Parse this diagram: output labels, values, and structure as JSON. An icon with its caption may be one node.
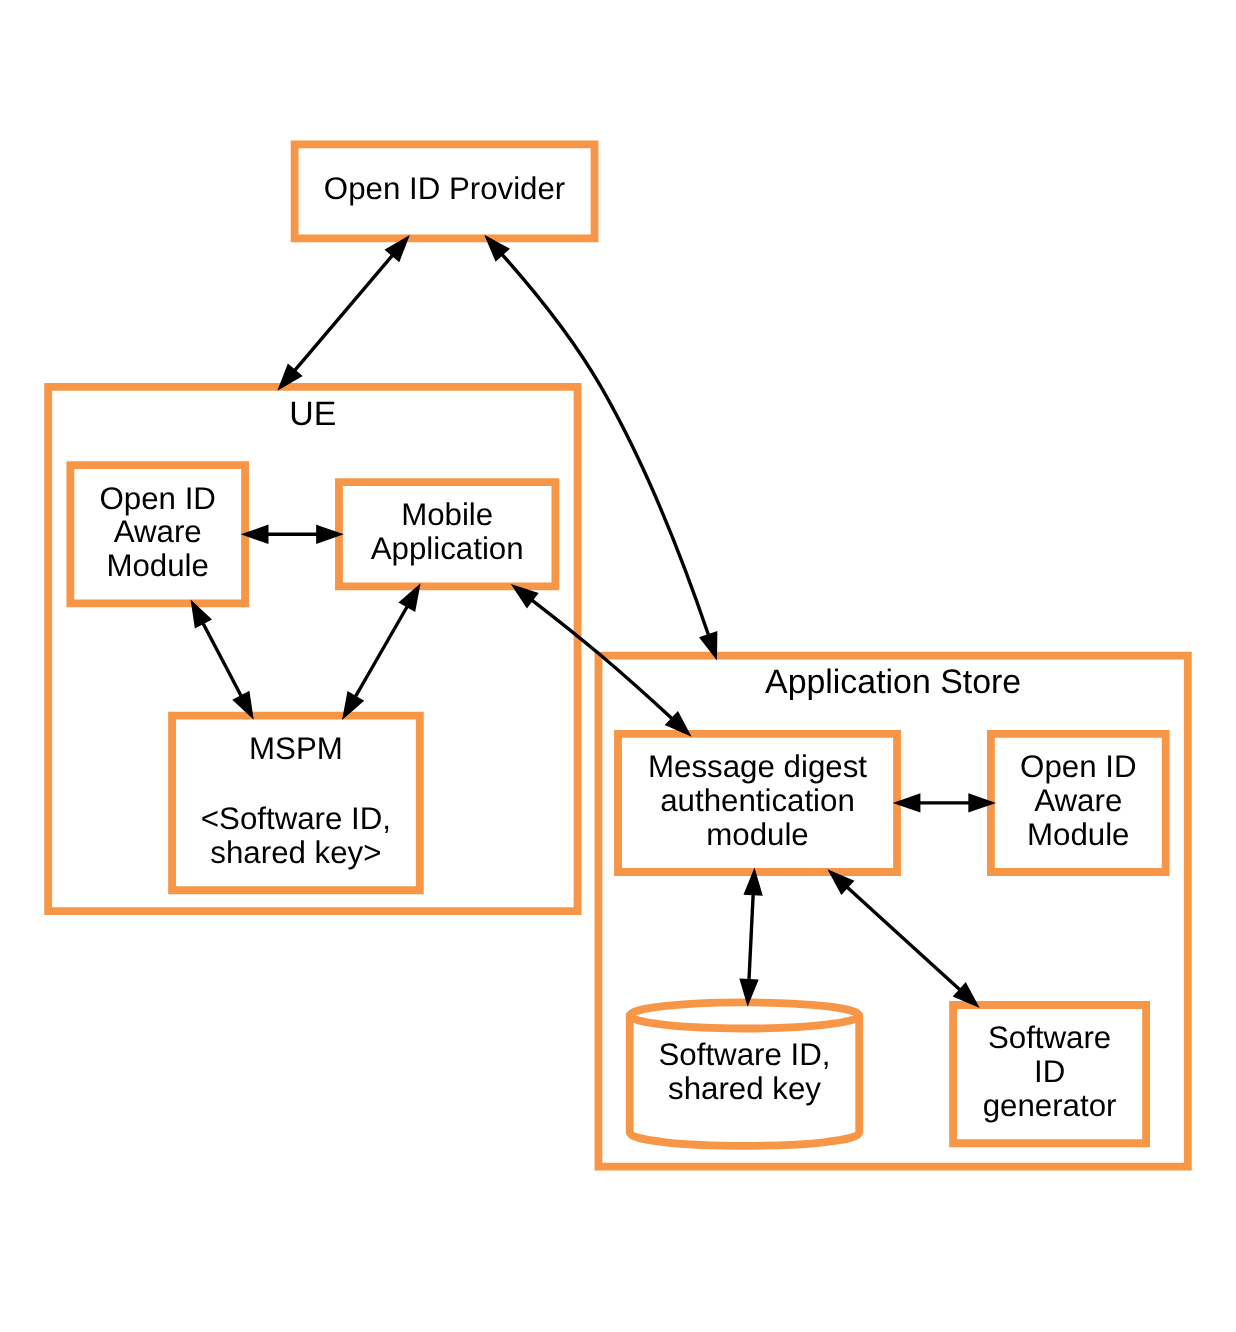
{
  "diagram": {
    "nodes": [
      {
        "text": [
          "Open ID Provider"
        ]
      },
      {
        "text": [
          "UE"
        ]
      },
      {
        "text": [
          "Open ID Aware Module"
        ],
        "in": 1
      },
      {
        "text": [
          "Mobile Application"
        ],
        "in": 1
      },
      {
        "text": [
          "MSPM",
          "<Software ID, shared key>"
        ],
        "in": 1
      },
      {
        "text": [
          "Application Store"
        ]
      },
      {
        "text": [
          "Message digest authentication module"
        ],
        "in": 5
      },
      {
        "text": [
          "Open ID Aware Module"
        ],
        "in": 5
      },
      {
        "text": [
          "Software ID, shared key"
        ],
        "in": 5
      },
      {
        "text": [
          "Software ID generator"
        ],
        "in": 5
      }
    ],
    "edges": [
      {
        "from": 0,
        "to": 1,
        "arrow": "both"
      },
      {
        "from": 0,
        "to": 5,
        "arrow": "both"
      },
      {
        "from": 2,
        "to": 3,
        "arrow": "both"
      },
      {
        "from": 3,
        "to": 6,
        "arrow": "both"
      },
      {
        "from": 6,
        "to": 7,
        "arrow": "both"
      },
      {
        "from": 2,
        "to": 4,
        "arrow": "both"
      },
      {
        "from": 3,
        "to": 4,
        "arrow": "both"
      },
      {
        "from": 6,
        "to": 8,
        "arrow": "both"
      },
      {
        "from": 6,
        "to": 9,
        "arrow": "both"
      }
    ]
  }
}
